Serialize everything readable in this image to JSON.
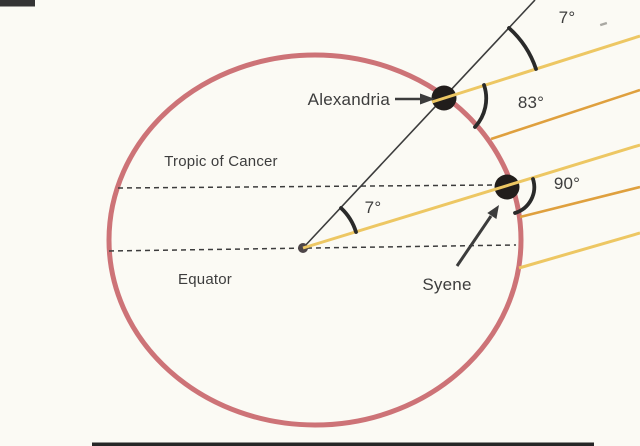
{
  "labels": {
    "alexandria": "Alexandria",
    "syene": "Syene",
    "tropic_of_cancer": "Tropic of Cancer",
    "equator": "Equator"
  },
  "angles": {
    "sun_ray_top": "7°",
    "alexandria_shadow": "83°",
    "syene_overhead": "90°",
    "central": "7°"
  },
  "colors": {
    "background": "#fbfaf4",
    "earth_outline": "#cd7377",
    "sun_ray_yellow": "#edc763",
    "sun_ray_orange": "#dfa03e",
    "line_dark": "#3c3c3c",
    "city_dot": "#211d1b"
  }
}
